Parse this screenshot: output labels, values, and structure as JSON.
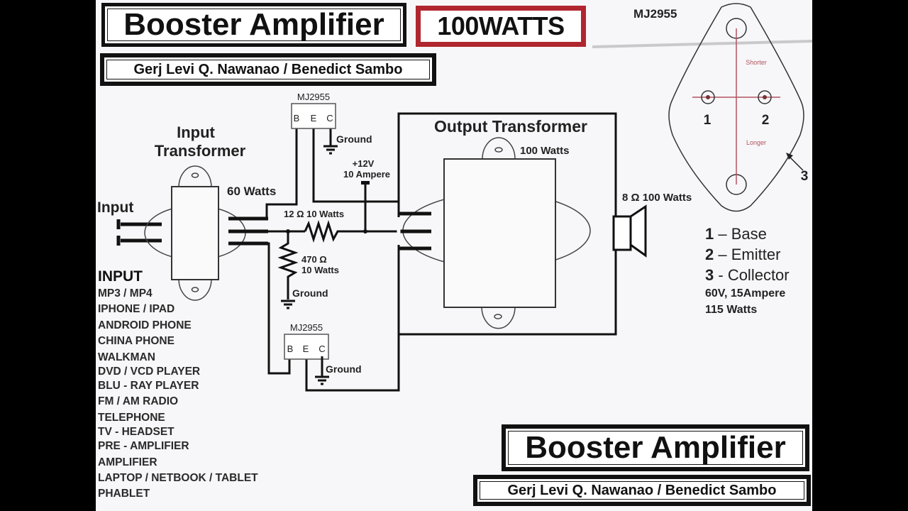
{
  "header": {
    "title": "Booster Amplifier",
    "power_badge": "100WATTS",
    "authors": "Gerj Levi Q. Nawanao / Benedict Sambo"
  },
  "footer": {
    "title": "Booster Amplifier",
    "authors": "Gerj Levi Q. Nawanao / Benedict Sambo"
  },
  "colors": {
    "badge_border": "#b0262f",
    "ink": "#111111",
    "pinout_guides": "#c0505a"
  },
  "schematic": {
    "input_label": "Input",
    "input_transformer": {
      "title_line1": "Input",
      "title_line2": "Transformer",
      "rating": "60 Watts"
    },
    "output_transformer": {
      "title": "Output Transformer",
      "rating": "100 Watts"
    },
    "transistor_top": {
      "model": "MJ2955",
      "pins": [
        "B",
        "E",
        "C"
      ],
      "ground_label": "Ground"
    },
    "transistor_bottom": {
      "model": "MJ2955",
      "pins": [
        "B",
        "E",
        "C"
      ],
      "ground_label": "Ground"
    },
    "power_supply": {
      "voltage": "+12V",
      "current": "10 Ampere"
    },
    "resistor_series": {
      "label": "12 Ω 10 Watts"
    },
    "resistor_shunt": {
      "value": "470 Ω",
      "rating": "10 Watts",
      "ground_label": "Ground"
    },
    "speaker": {
      "label": "8 Ω 100 Watts"
    }
  },
  "pinout": {
    "model": "MJ2955",
    "pin_numbers": [
      "1",
      "2",
      "3"
    ],
    "guide_labels": [
      "Shorter",
      "Longer"
    ],
    "legend": [
      {
        "num": "1",
        "name": "Base"
      },
      {
        "num": "2",
        "name": "Emitter"
      },
      {
        "num": "3",
        "name": "Collector"
      }
    ],
    "specs": [
      "60V, 15Ampere",
      "115 Watts"
    ]
  },
  "input_sources": {
    "heading": "INPUT",
    "items": [
      "MP3 / MP4",
      "IPHONE / IPAD",
      "ANDROID PHONE",
      "CHINA PHONE",
      "WALKMAN",
      "DVD / VCD PLAYER",
      "BLU - RAY PLAYER",
      "FM / AM RADIO",
      "TELEPHONE",
      "TV - HEADSET",
      "PRE - AMPLIFIER",
      "AMPLIFIER",
      "LAPTOP / NETBOOK / TABLET",
      "PHABLET"
    ]
  }
}
